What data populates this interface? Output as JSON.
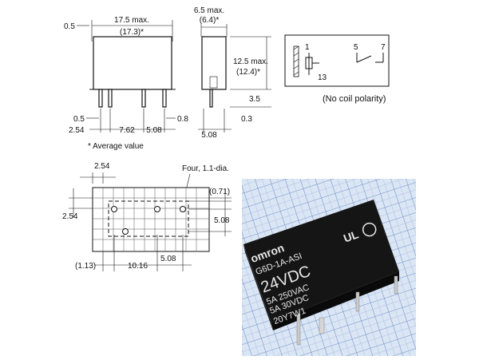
{
  "top_view": {
    "width_max": "17.5 max.",
    "width_avg": "(17.3)*",
    "offset_left": "0.5",
    "pin_width": "0.5",
    "pin_thickness": "0.8",
    "pin_pitch_a": "2.54",
    "pin_pitch_b": "7.62",
    "pin_pitch_c": "5.08",
    "footnote": "* Average value"
  },
  "side_view": {
    "depth_max": "6.5 max.",
    "depth_avg": "(6.4)*",
    "height_max": "12.5 max.",
    "height_avg": "(12.4)*",
    "pin_length": "3.5",
    "pin_thickness": "0.3",
    "pin_offset": "5.08"
  },
  "schematic": {
    "pin1": "1",
    "pin13": "13",
    "pin5": "5",
    "pin7": "7",
    "note": "(No coil polarity)"
  },
  "pcb_layout": {
    "grid_pitch": "2.54",
    "hole_label": "Four, 1.1-dia.",
    "dim_071": "(0.71)",
    "dim_254": "2.54",
    "dim_508_v": "5.08",
    "dim_113": "(1.13)",
    "dim_1016": "10.16",
    "dim_508_h": "5.08"
  },
  "photo": {
    "brand": "omron",
    "model": "G6D-1A-ASI",
    "voltage": "24VDC",
    "rating1": "5A 250VAC",
    "rating2": "5A 30VDC",
    "lot": "20Y7W1",
    "ul_mark": "UL"
  },
  "colors": {
    "grid_line": "#6f8fc4",
    "grid_bg": "#dbe6f5",
    "relay_body": "#151515"
  }
}
